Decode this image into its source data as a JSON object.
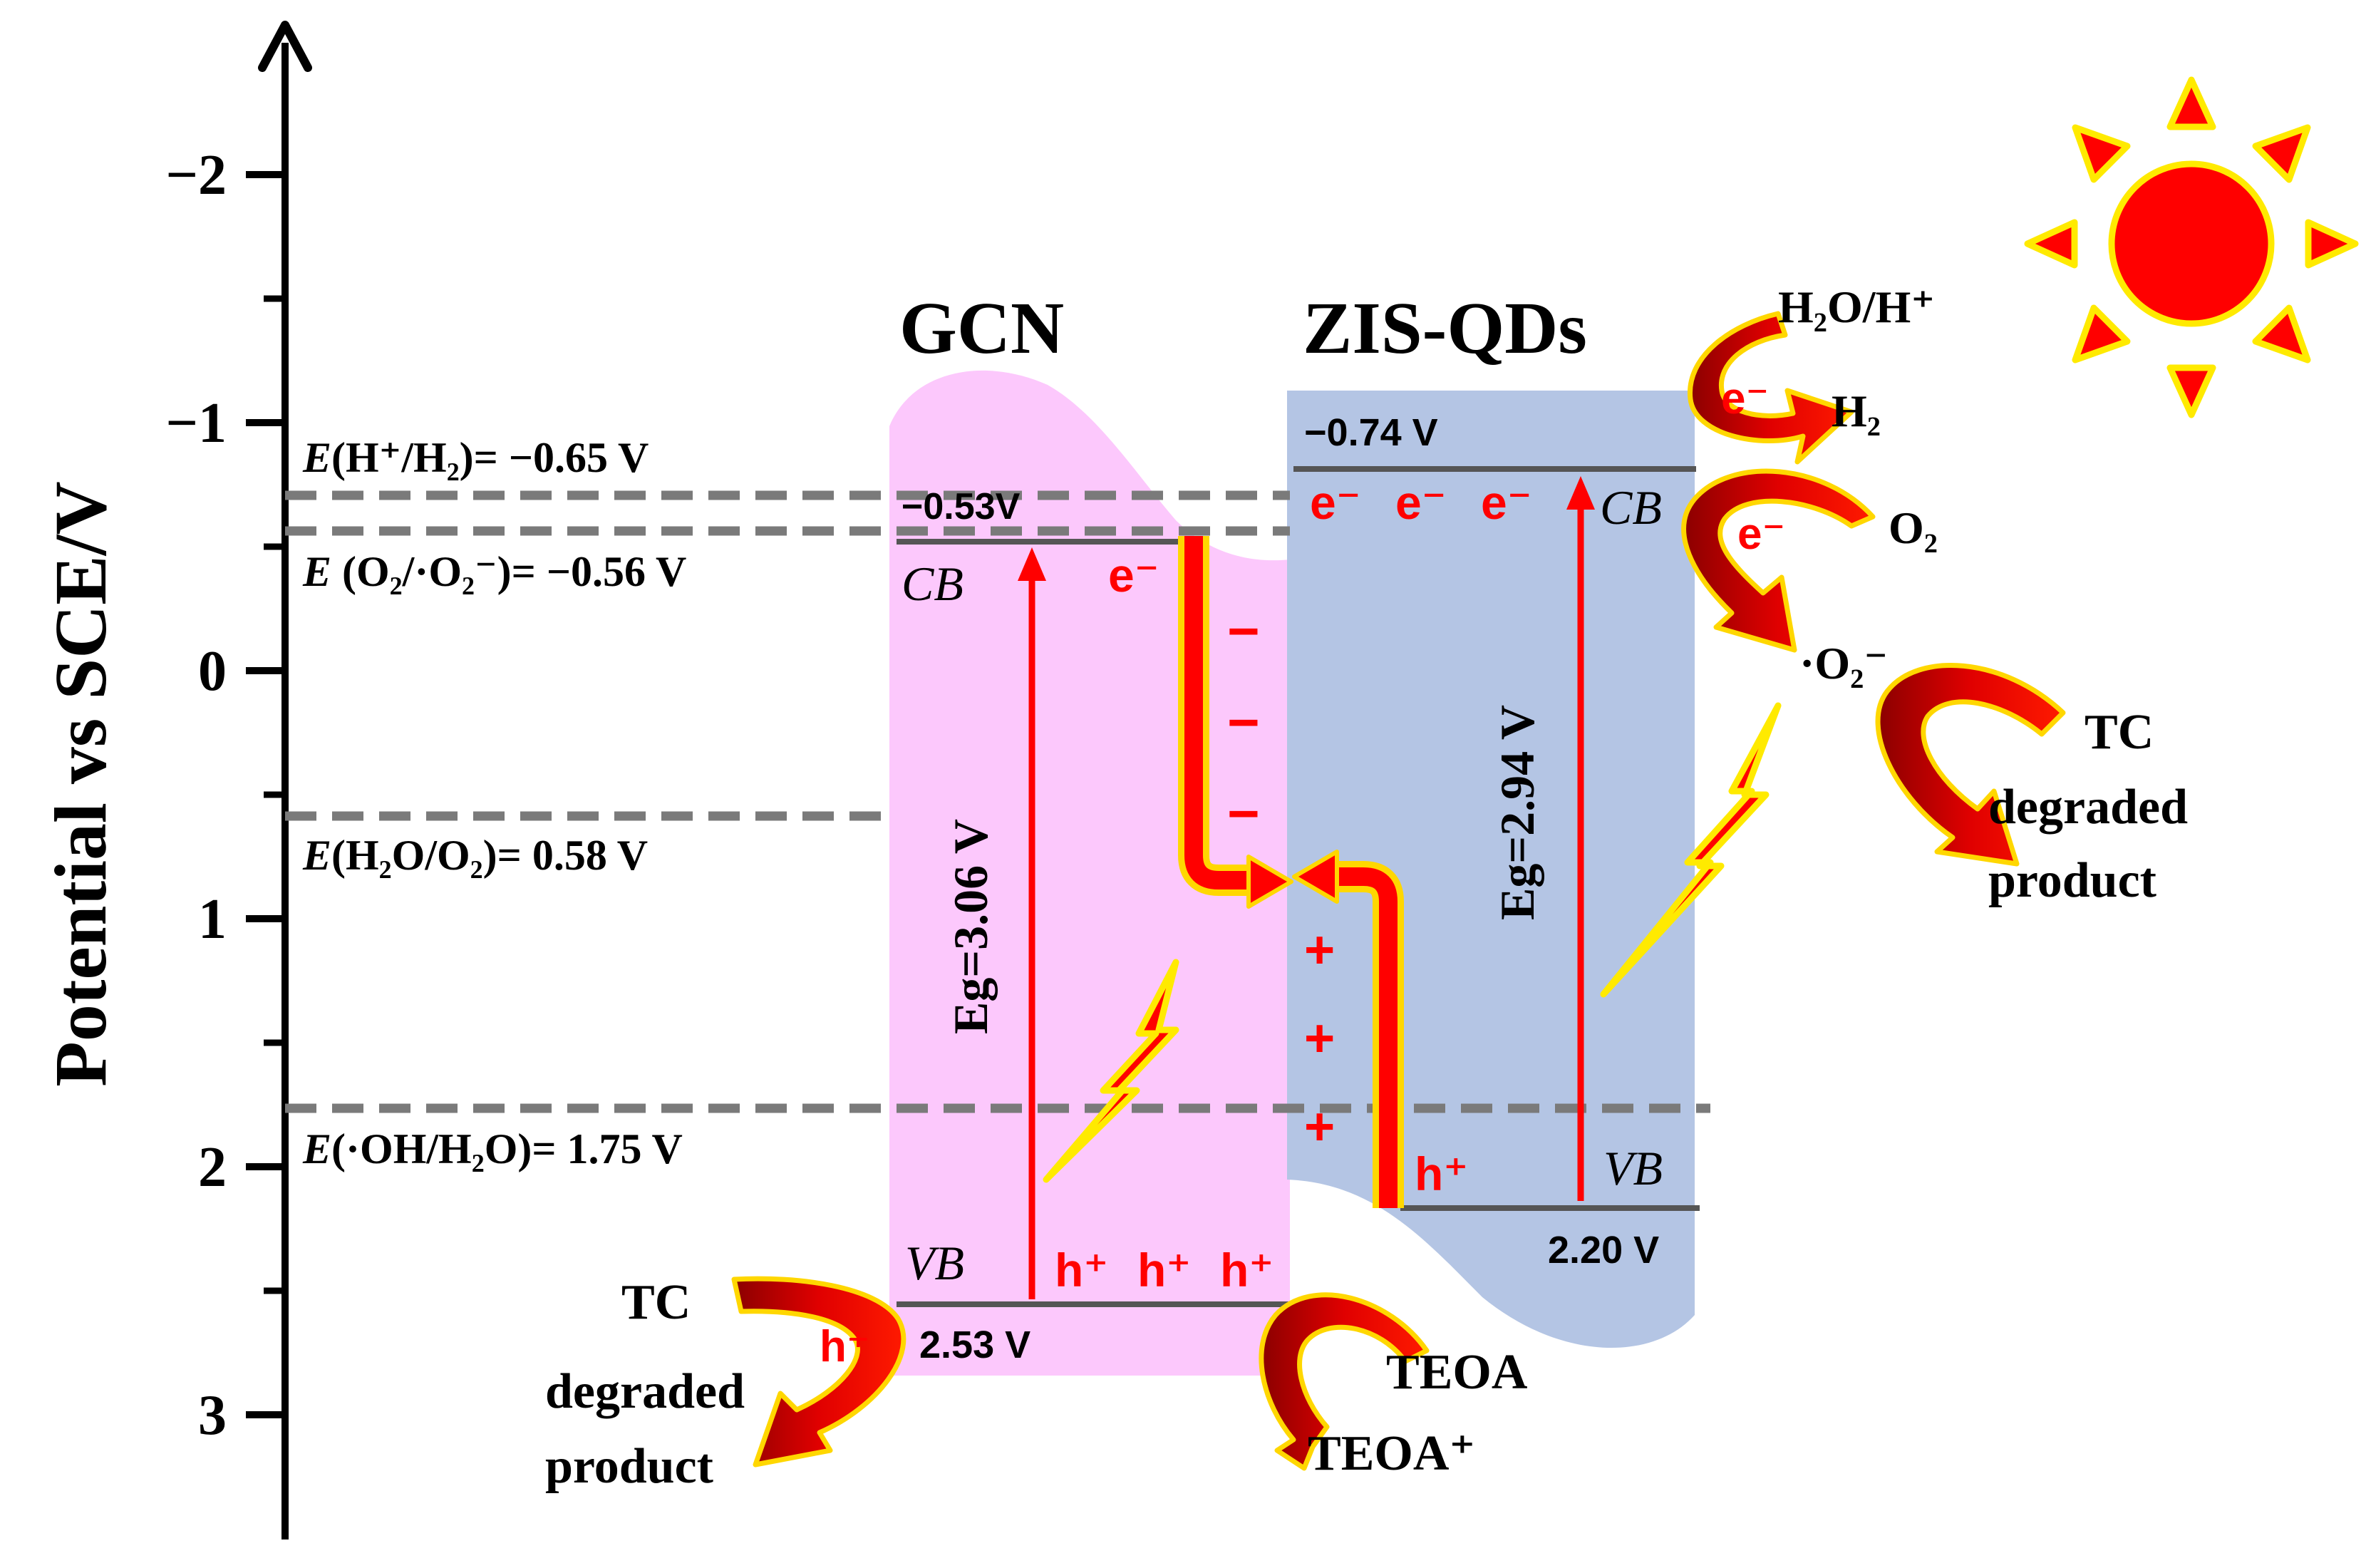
{
  "axis": {
    "label": "Potential vs SCE/V",
    "ticks": [
      "−2",
      "−1",
      "0",
      "1",
      "2",
      "3"
    ]
  },
  "references": {
    "h2": {
      "prefix": "E",
      "text": "(H⁺/H₂)= −0.65 V"
    },
    "o2": {
      "prefix": "E",
      "text": " (O₂/·O₂⁻)= −0.56 V"
    },
    "h2o": {
      "prefix": "E",
      "text": "(H₂O/O₂)= 0.58 V"
    },
    "oh": {
      "prefix": "E",
      "text": "(·OH/H₂O)= 1.75 V"
    }
  },
  "gcn": {
    "title": "GCN",
    "cb_value": "−0.53V",
    "cb_label": "CB",
    "vb_label": "VB",
    "vb_value": "2.53 V",
    "eg": "Eg=3.06 V",
    "electron": "e⁻",
    "holes": [
      "h⁺",
      "h⁺",
      "h⁺"
    ],
    "minus_signs": [
      "−",
      "−",
      "−"
    ]
  },
  "zis": {
    "title": "ZIS-QDs",
    "cb_value": "−0.74 V",
    "cb_label": "CB",
    "vb_label": "VB",
    "vb_value": "2.20 V",
    "eg": "Eg=2.94 V",
    "electrons": [
      "e⁻",
      "e⁻",
      "e⁻"
    ],
    "hole": "h⁺",
    "plus_signs": [
      "+",
      "+",
      "+"
    ]
  },
  "reactions": {
    "h2o_h": "H₂O/H⁺",
    "h2": "H₂",
    "o2": "O₂",
    "superoxide": "·O₂⁻",
    "e_h2": "e⁻",
    "e_o2": "e⁻",
    "tc_right": "TC",
    "degraded_right": "degraded",
    "product_right": "product",
    "tc_left": "TC",
    "h_left": "h⁺",
    "degraded_left": "degraded",
    "product_left": "product",
    "teoa": "TEOA",
    "teoa_plus": "TEOA⁺"
  },
  "colors": {
    "gcn_band": "#fcc8fc",
    "zis_band": "#b4c5e4",
    "arrow_red": "#ff0000",
    "curved_arrow": "#c00000",
    "arrow_outline": "#ffd700",
    "sun": "#ff0000"
  }
}
